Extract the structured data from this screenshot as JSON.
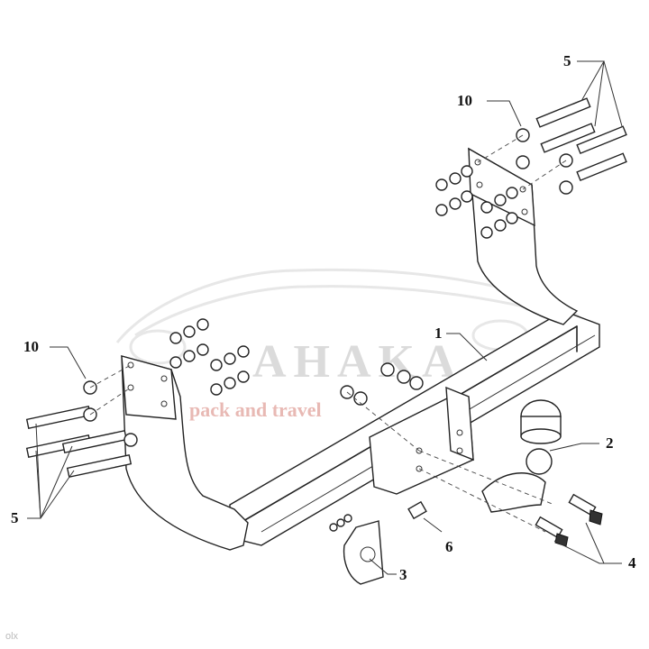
{
  "watermark": {
    "brand": "AHAKA",
    "slogan": "pack and travel",
    "color": "#c0392b"
  },
  "corner_mark": "olx",
  "callouts": [
    {
      "id": "callout-1",
      "label": "1"
    },
    {
      "id": "callout-2",
      "label": "2"
    },
    {
      "id": "callout-3",
      "label": "3"
    },
    {
      "id": "callout-4",
      "label": "4"
    },
    {
      "id": "callout-5-top",
      "label": "5"
    },
    {
      "id": "callout-5-left",
      "label": "5"
    },
    {
      "id": "callout-6",
      "label": "6"
    },
    {
      "id": "callout-10-top",
      "label": "10"
    },
    {
      "id": "callout-10-left",
      "label": "10"
    }
  ]
}
